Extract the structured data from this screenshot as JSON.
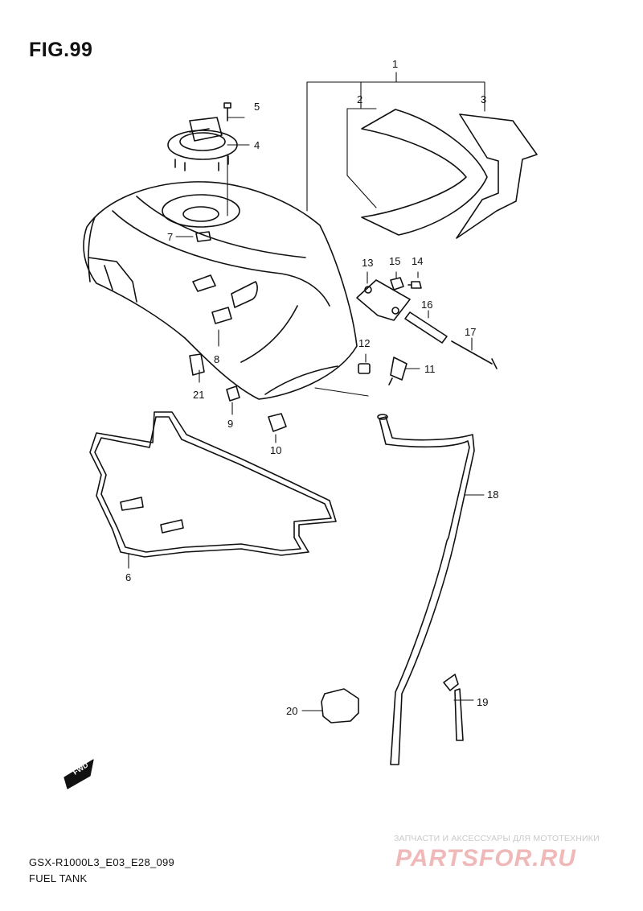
{
  "figure": {
    "title": "FIG.99"
  },
  "callouts": [
    "1",
    "2",
    "3",
    "4",
    "5",
    "6",
    "7",
    "8",
    "9",
    "10",
    "11",
    "12",
    "13",
    "14",
    "15",
    "16",
    "17",
    "18",
    "19",
    "20",
    "21"
  ],
  "direction_marker": {
    "label": "FWD",
    "icon": "fwd-arrow-icon"
  },
  "footer": {
    "model_code": "GSX-R1000L3_E03_E28_099",
    "assembly_title": "FUEL TANK"
  },
  "watermark": {
    "tagline": "ЗАПЧАСТИ И АКСЕССУАРЫ ДЛЯ МОТОТЕХНИКИ",
    "logo": "PARTSFOR.RU"
  },
  "colors": {
    "ink": "#111111",
    "watermark_logo": "#f0b9b9",
    "watermark_text": "#c9c9c9",
    "background": "#ffffff"
  }
}
